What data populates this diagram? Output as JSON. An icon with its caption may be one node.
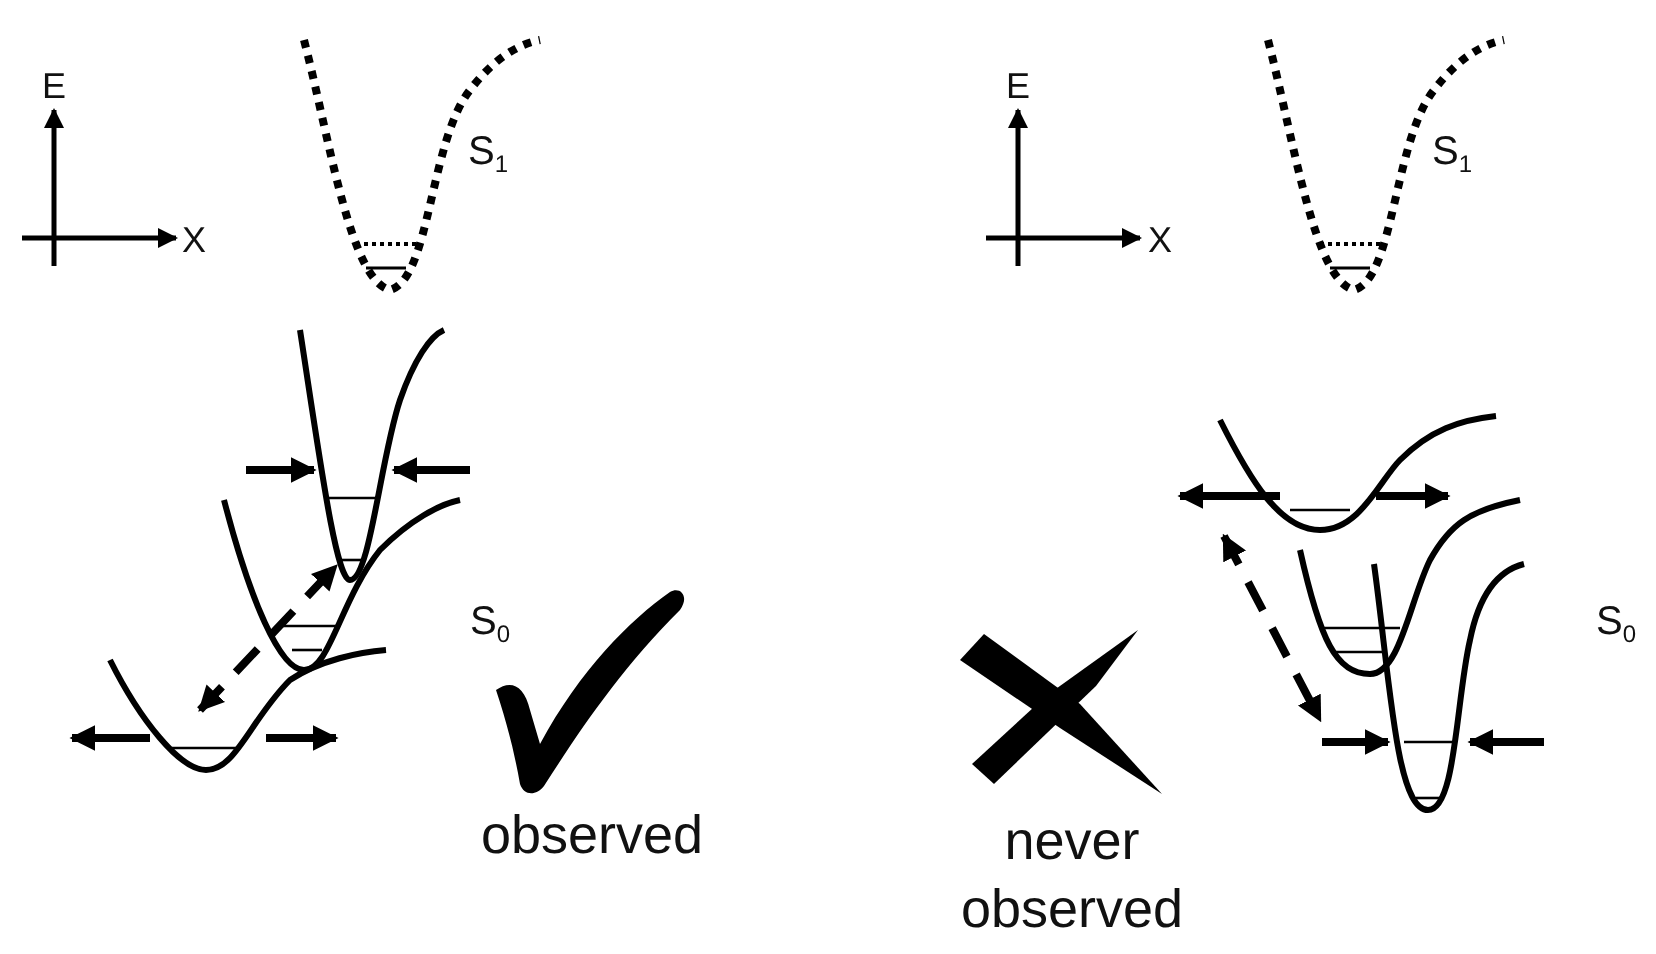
{
  "diagram": {
    "labels": [
      "E",
      "X",
      "S$_{1}$",
      "S$_{0}$",
      "observed",
      "E",
      "X",
      "S$_{1}$",
      "S$_{0}$",
      "never observed"
    ]
  }
}
